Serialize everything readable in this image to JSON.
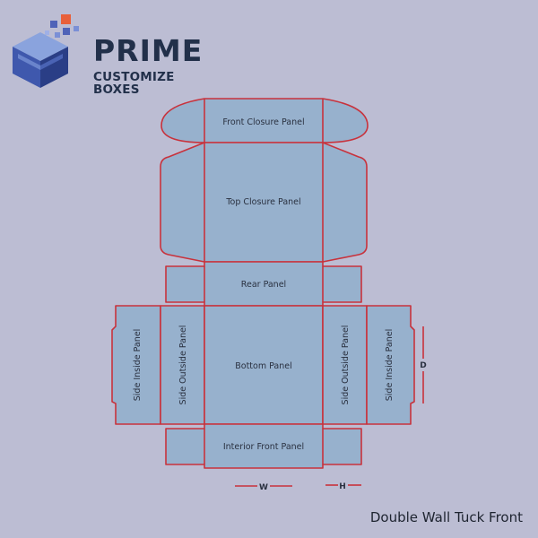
{
  "brand": {
    "name": "PRIME",
    "tagline": "CUSTOMIZE BOXES"
  },
  "caption": "Double Wall Tuck Front",
  "panels": {
    "front_closure": "Front Closure Panel",
    "top_closure": "Top Closure Panel",
    "rear": "Rear Panel",
    "bottom": "Bottom Panel",
    "interior_front": "Interior Front Panel",
    "side_inside": "Side Inside Panel",
    "side_outside": "Side Outside Panel"
  },
  "dimensions": {
    "width": "W",
    "height": "H",
    "depth": "D"
  },
  "colors": {
    "background": "#bcbdd3",
    "panel_fill": "#97b1cd",
    "cut_line": "#c8323c",
    "brand_text": "#22304a"
  }
}
